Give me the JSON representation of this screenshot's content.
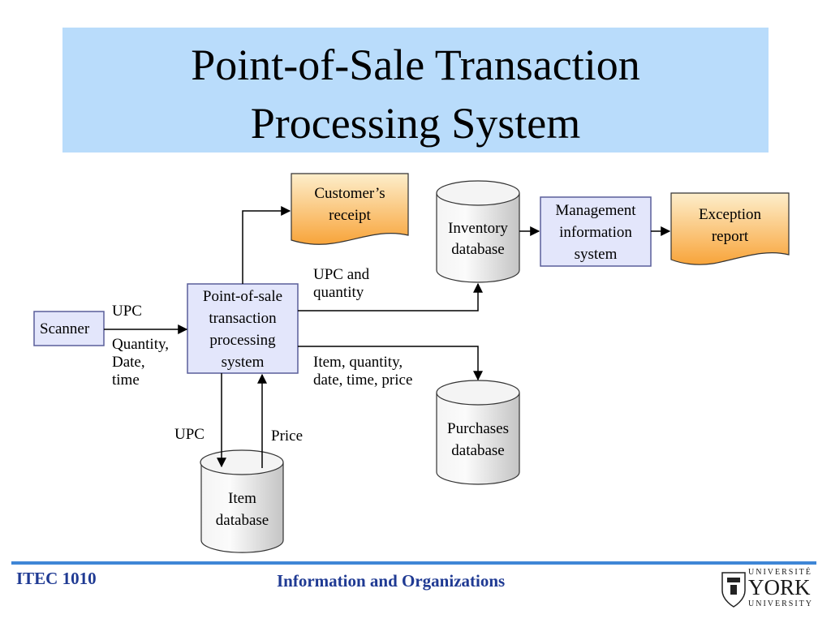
{
  "title": {
    "line1": "Point-of-Sale Transaction",
    "line2": "Processing System"
  },
  "nodes": {
    "scanner": {
      "label": "Scanner"
    },
    "pos": {
      "lines": [
        "Point-of-sale",
        "transaction",
        "processing",
        "system"
      ]
    },
    "receipt": {
      "lines": [
        "Customer’s",
        "receipt"
      ]
    },
    "inventory_db": {
      "lines": [
        "Inventory",
        "database"
      ]
    },
    "mis": {
      "lines": [
        "Management",
        "information",
        "system"
      ]
    },
    "exception": {
      "lines": [
        "Exception",
        "report"
      ]
    },
    "purchases_db": {
      "lines": [
        "Purchases",
        "database"
      ]
    },
    "item_db": {
      "lines": [
        "Item",
        "database"
      ]
    }
  },
  "edges": {
    "scanner_upc": "UPC",
    "scanner_qdt": [
      "Quantity,",
      "Date,",
      "time"
    ],
    "upc_and_quantity": [
      "UPC and",
      "quantity"
    ],
    "item_qty_date_time_price": [
      "Item, quantity,",
      "date, time, price"
    ],
    "item_upc": "UPC",
    "item_price": "Price"
  },
  "footer": {
    "course": "ITEC 1010",
    "subject": "Information and Organizations",
    "logo_top": "UNIVERSITÉ",
    "logo_main": "YORK",
    "logo_bottom": "UNIVERSITY"
  },
  "colors": {
    "title_bg": "#b9dcfb",
    "box_fill": "#e3e6fb",
    "box_stroke": "#5a5f9a",
    "document_gradient_top": "#fdeecb",
    "document_gradient_bottom": "#f8a43a",
    "cylinder_light": "#fafafa",
    "cylinder_dark": "#c9c9c9",
    "footer_rule": "#3f86d6",
    "footer_text": "#1f3a93"
  },
  "icons": {
    "logo": "york-crest-icon"
  }
}
